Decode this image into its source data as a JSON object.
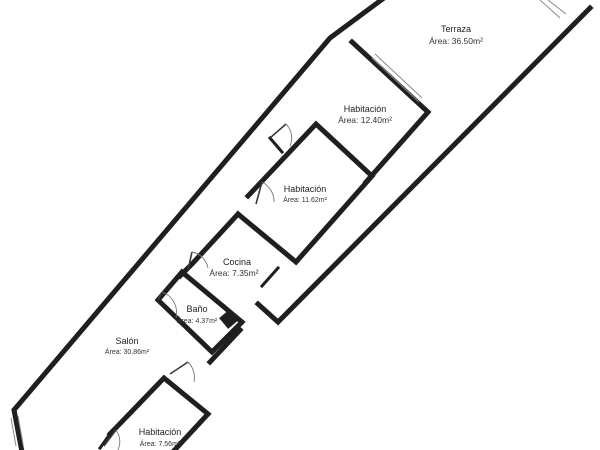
{
  "rooms": [
    {
      "id": "terraza",
      "name": "Terraza",
      "area": "Área: 36.50m²"
    },
    {
      "id": "habitacion-1",
      "name": "Habitación",
      "area": "Área: 12.40m²"
    },
    {
      "id": "habitacion-2",
      "name": "Habitación",
      "area": "Área: 11.62m²"
    },
    {
      "id": "cocina",
      "name": "Cocina",
      "area": "Área: 7.35m²"
    },
    {
      "id": "bano",
      "name": "Baño",
      "area": "Área: 4.37m²"
    },
    {
      "id": "salon",
      "name": "Salón",
      "area": "Área: 30.86m²"
    },
    {
      "id": "habitacion-3",
      "name": "Habitación",
      "area": "Área: 7.56m²"
    }
  ],
  "colors": {
    "wall": "#1f1f1f",
    "background": "#ffffff",
    "fixture": "#1f1f1f"
  }
}
